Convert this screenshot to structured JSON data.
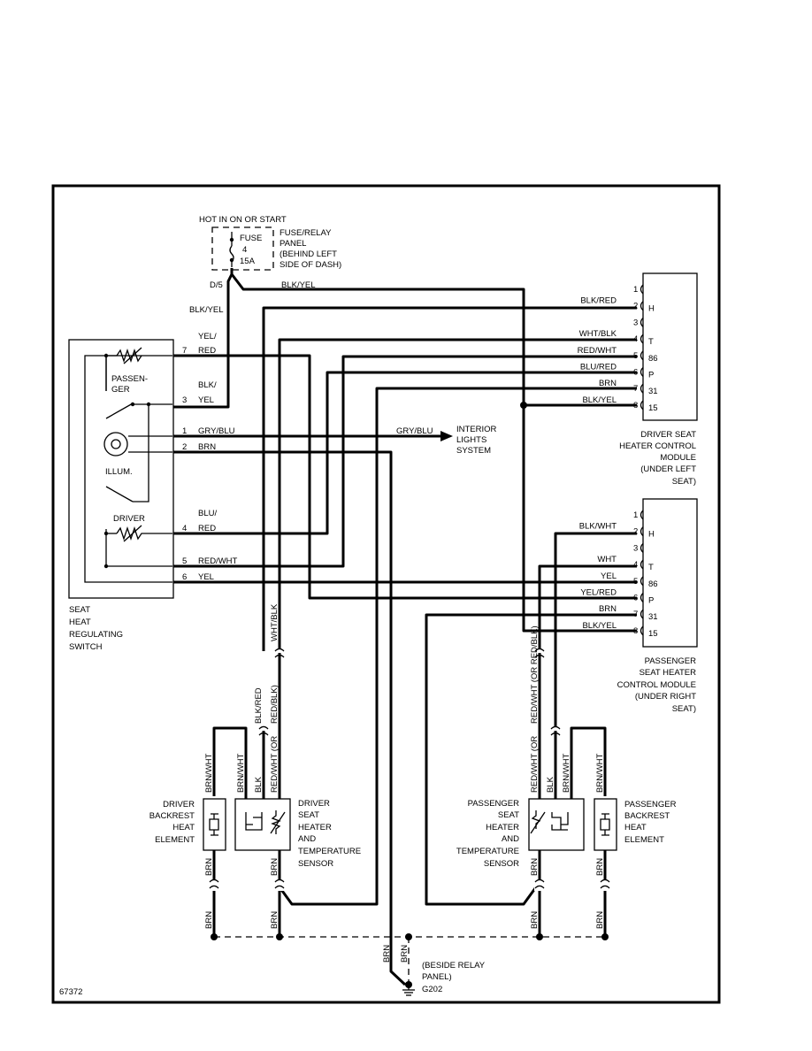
{
  "figure_id": "67372",
  "power": {
    "hot_label": "HOT IN ON OR START",
    "fuse_line1": "FUSE",
    "fuse_line2": "4",
    "fuse_line3": "15A",
    "panel_lines": [
      "FUSE/RELAY",
      "PANEL",
      "(BEHIND LEFT",
      "SIDE OF DASH)"
    ],
    "terminal": "D/5"
  },
  "switch": {
    "title_lines": [
      "SEAT",
      "HEAT",
      "REGULATING",
      "SWITCH"
    ],
    "passenger_lines": [
      "PASSEN-",
      "GER"
    ],
    "illum": "ILLUM.",
    "driver": "DRIVER",
    "pins": [
      {
        "pin": "7",
        "top": "YEL/",
        "wire": "RED"
      },
      {
        "pin": "3",
        "top": "BLK/",
        "wire": "YEL"
      },
      {
        "pin": "1",
        "top": "",
        "wire": "GRY/BLU"
      },
      {
        "pin": "2",
        "top": "",
        "wire": "BRN"
      },
      {
        "pin": "4",
        "top": "BLU/",
        "wire": "RED"
      },
      {
        "pin": "5",
        "top": "",
        "wire": "RED/WHT"
      },
      {
        "pin": "6",
        "top": "",
        "wire": "YEL"
      }
    ]
  },
  "wires": {
    "blk_yel": "BLK/YEL",
    "blk_yel_2": "BLK/YEL",
    "gry_blu": "GRY/BLU",
    "wht_blk_v": "WHT/BLK",
    "blk_red_v": "BLK/RED",
    "red_blk_v1": "RED/BLK)",
    "red_blk_v2": "RED/BLK)"
  },
  "interior": [
    "INTERIOR",
    "LIGHTS",
    "SYSTEM"
  ],
  "driver_module": {
    "title_lines": [
      "DRIVER SEAT",
      "HEATER CONTROL",
      "MODULE",
      "(UNDER LEFT",
      "SEAT)"
    ],
    "pins": [
      {
        "pin": "1",
        "wire": "",
        "term": ""
      },
      {
        "pin": "2",
        "wire": "BLK/RED",
        "term": "H"
      },
      {
        "pin": "3",
        "wire": "",
        "term": ""
      },
      {
        "pin": "4",
        "wire": "WHT/BLK",
        "term": "T"
      },
      {
        "pin": "5",
        "wire": "RED/WHT",
        "term": "86"
      },
      {
        "pin": "6",
        "wire": "BLU/RED",
        "term": "P"
      },
      {
        "pin": "7",
        "wire": "BRN",
        "term": "31"
      },
      {
        "pin": "8",
        "wire": "BLK/YEL",
        "term": "15"
      }
    ]
  },
  "passenger_module": {
    "title_lines": [
      "PASSENGER",
      "SEAT HEATER",
      "CONTROL MODULE",
      "(UNDER RIGHT",
      "SEAT)"
    ],
    "pins": [
      {
        "pin": "1",
        "wire": "",
        "term": ""
      },
      {
        "pin": "2",
        "wire": "BLK/WHT",
        "term": "H"
      },
      {
        "pin": "3",
        "wire": "",
        "term": ""
      },
      {
        "pin": "4",
        "wire": "WHT",
        "term": "T"
      },
      {
        "pin": "5",
        "wire": "YEL",
        "term": "86"
      },
      {
        "pin": "6",
        "wire": "YEL/RED",
        "term": "P"
      },
      {
        "pin": "7",
        "wire": "BRN",
        "term": "31"
      },
      {
        "pin": "8",
        "wire": "BLK/YEL",
        "term": "15"
      }
    ]
  },
  "elements": {
    "driver_backrest": [
      "DRIVER",
      "BACKREST",
      "HEAT",
      "ELEMENT"
    ],
    "driver_seat": [
      "DRIVER",
      "SEAT",
      "HEATER",
      "AND",
      "TEMPERATURE",
      "SENSOR"
    ],
    "passenger_seat": [
      "PASSENGER",
      "SEAT",
      "HEATER",
      "AND",
      "TEMPERATURE",
      "SENSOR"
    ],
    "passenger_backrest": [
      "PASSENGER",
      "BACKREST",
      "HEAT",
      "ELEMENT"
    ]
  },
  "element_wires": {
    "brn_wht": "BRN/WHT",
    "blk": "BLK",
    "red_wht_or": "RED/WHT (OR RED/BLK)",
    "red_wht_or_short": "RED/WHT (OR",
    "brn": "BRN"
  },
  "ground": {
    "wire_a": "BRN",
    "wire_b": "BRN",
    "location_lines": [
      "(BESIDE RELAY",
      "PANEL)"
    ],
    "name": "G202"
  }
}
